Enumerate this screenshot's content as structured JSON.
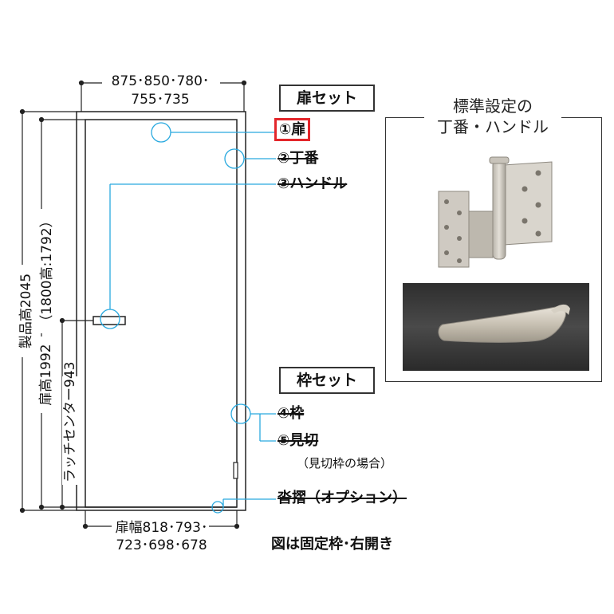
{
  "top_width": {
    "line1": "875･850･780･",
    "line2": "755･735"
  },
  "bottom_width": {
    "line1": "扉幅818･793･",
    "line2": "723･698･678"
  },
  "vertical": {
    "product_height": "製品高2045",
    "height_1800": "（1800高:1792）",
    "door_height": "扉高1992",
    "latch_center": "ラッチセンター943"
  },
  "sets": {
    "door_set": "扉セット",
    "frame_set": "枠セット"
  },
  "parts": {
    "door": "①扉",
    "hinge": "②丁番",
    "handle": "③ハンドル",
    "frame": "④枠",
    "mikiri": "⑤見切",
    "mikiri_note": "（見切枠の場合）",
    "doorstop": "沓摺（オプション）"
  },
  "standard_panel": {
    "title_line1": "標準設定の",
    "title_line2": "丁番・ハンドル"
  },
  "caption": "図は固定枠･右開き",
  "colors": {
    "leader": "#29a9df",
    "highlight": "#e3262b",
    "line": "#222222",
    "photo_bg": "#3a3a3a"
  }
}
